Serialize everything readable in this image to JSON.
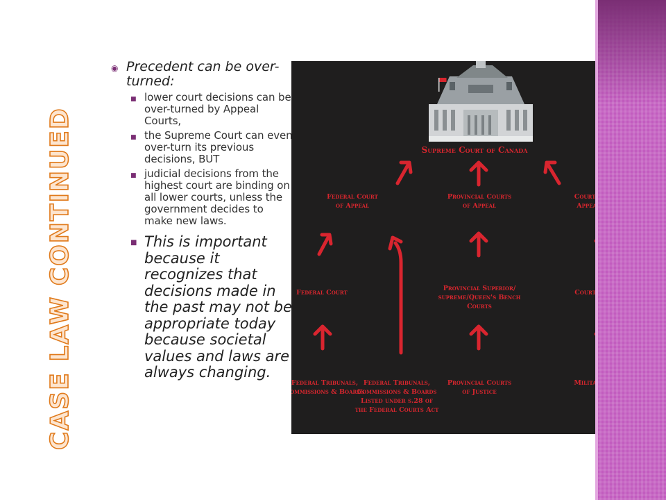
{
  "slide": {
    "title": "Case Law Continued"
  },
  "bullets": {
    "main": "Precedent can be over-turned:",
    "sub_items": [
      "lower court decisions can be over-turned by Appeal Courts,",
      "the Supreme Court can even over-turn its previous decisions, BUT",
      "judicial decisions from the highest court are binding on all lower courts, unless the government decides to make new laws."
    ],
    "importance": "This is important because it recognizes that decisions made in the past may not be appropriate today because societal values and laws are always changing."
  },
  "diagram": {
    "top": "Supreme Court of Canada",
    "row2": [
      "Federal Court",
      "of Appeal",
      "Provincial Courts",
      "of Appeal",
      "Court Martial",
      "Appeal Court"
    ],
    "row3": [
      "Federal Court",
      "Provincial Superior/",
      "supreme/Queen's Bench",
      "Courts",
      "Courts Martial"
    ],
    "row4": [
      "Federal Tribunals,",
      "Commissions & Boards",
      "Federal Tribunals,",
      "Commissions & Boards",
      "Listed under s.28 of",
      "the Federal Courts Act",
      "Provincial Courts",
      "of Justice",
      "Military Justice"
    ],
    "colors": {
      "label": "#d7262e",
      "background": "#1f1e1e"
    }
  },
  "colors": {
    "accent_purple": "#c25cbf",
    "title_outline": "#e07a1b"
  }
}
